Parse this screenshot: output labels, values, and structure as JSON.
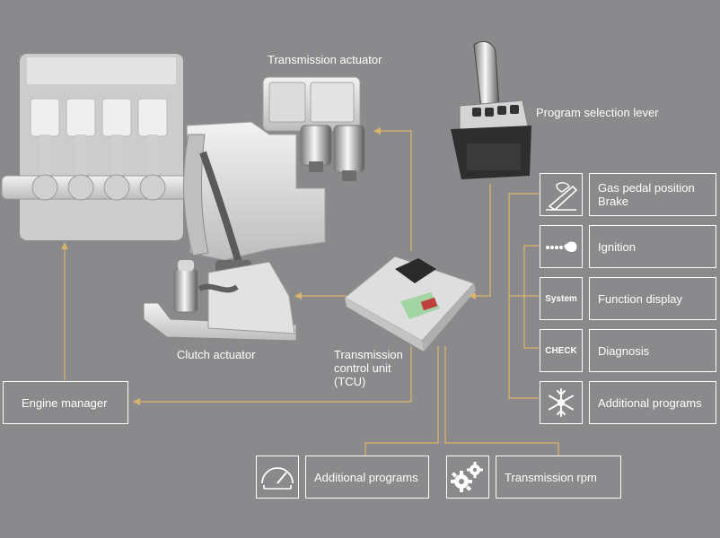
{
  "labels": {
    "transmission_actuator": "Transmission actuator",
    "program_selection_lever": "Program selection lever",
    "clutch_actuator": "Clutch actuator",
    "tcu_line1": "Transmission",
    "tcu_line2": "control unit",
    "tcu_line3": "(TCU)"
  },
  "boxes": {
    "engine_manager": "Engine manager",
    "gas_pedal_line1": "Gas pedal position",
    "gas_pedal_line2": "Brake",
    "ignition": "Ignition",
    "function_display": "Function display",
    "diagnosis": "Diagnosis",
    "additional_programs_right": "Additional programs",
    "additional_programs_bottom": "Additional programs",
    "transmission_rpm": "Transmission rpm"
  },
  "icons": {
    "system_text": "System",
    "check_text": "CHECK",
    "pedal": "pedal-icon",
    "key": "ignition-key-icon",
    "snowflake": "snowflake-icon",
    "gauge": "gauge-icon",
    "gears": "gears-icon"
  },
  "colors": {
    "background": "#8a8a8c",
    "connector": "#d9b36c",
    "box_border": "#ffffff"
  }
}
